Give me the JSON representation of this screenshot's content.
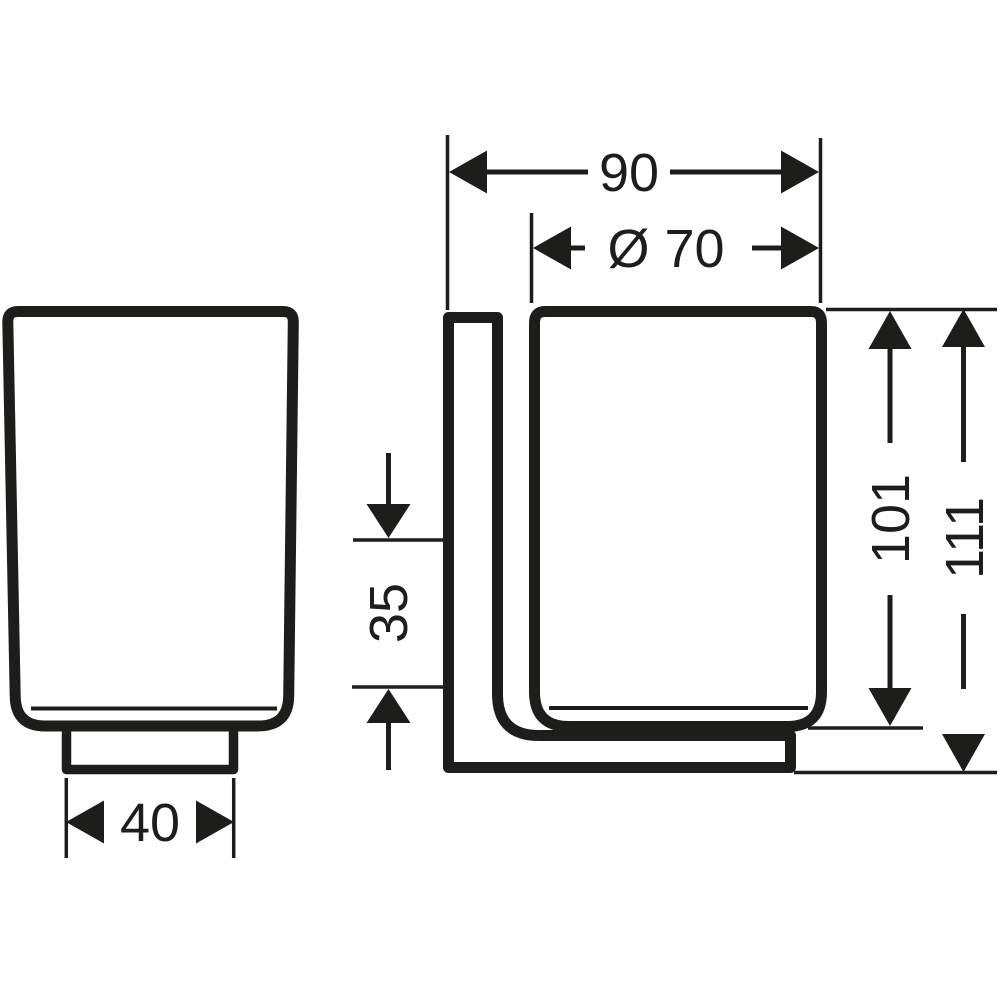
{
  "drawing_type": "technical-dimension-drawing",
  "units_implied": "mm",
  "colors": {
    "line": "#1d1d1b",
    "background": "#ffffff"
  },
  "dimensions": {
    "width": "90",
    "diameter": "Ø 70",
    "glass_height": "101",
    "total_height": "111",
    "wall_plate_height": "35",
    "base_width": "40"
  }
}
